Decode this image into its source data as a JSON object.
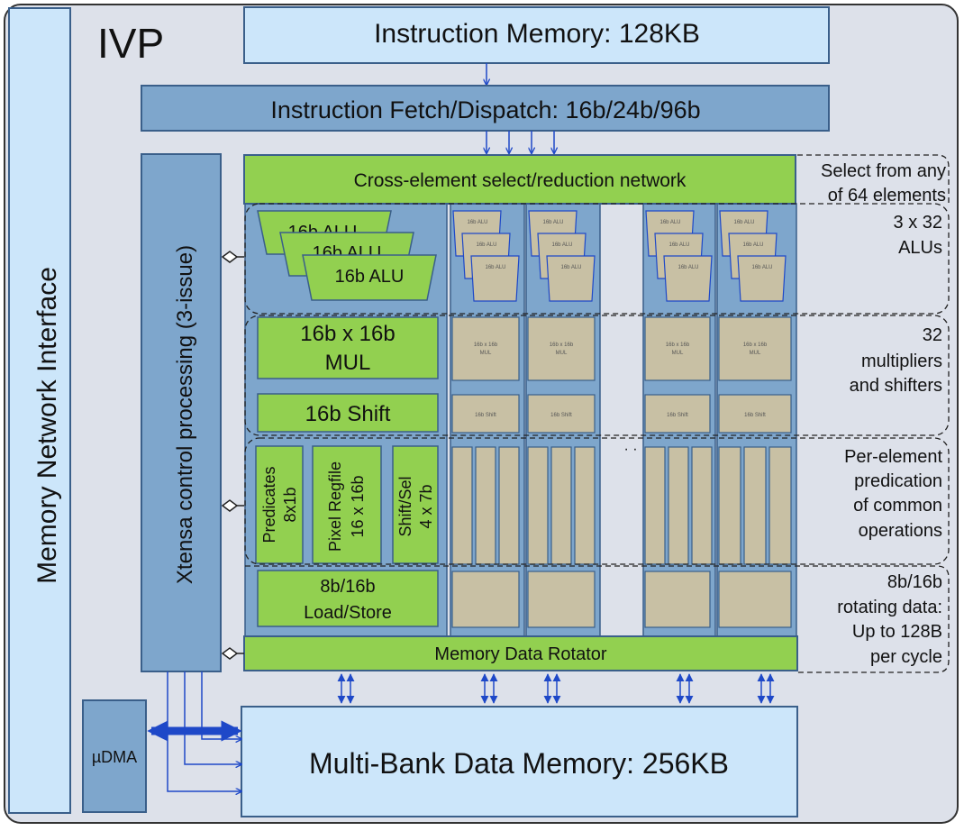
{
  "title": "IVP",
  "memory_interface": "Memory Network Interface",
  "instruction_memory": "Instruction Memory:  128KB",
  "fetch_dispatch": "Instruction Fetch/Dispatch: 16b/24b/96b",
  "xtensa": "Xtensa control processing (3-issue)",
  "cross_element": "Cross-element select/reduction network",
  "alus": [
    "16b ALU",
    "16b ALU",
    "16b ALU"
  ],
  "mul": [
    "16b x 16b",
    "MUL"
  ],
  "shift": "16b Shift",
  "predicates": [
    "Predicates",
    "8x1b"
  ],
  "pixel_regfile": [
    "Pixel Regfile",
    "16 x 16b"
  ],
  "shift_sel": [
    "Shift/Sel",
    "4 x 7b"
  ],
  "load_store": [
    "8b/16b",
    "Load/Store"
  ],
  "mem_rotator": "Memory Data Rotator",
  "data_memory": "Multi-Bank  Data Memory:  256KB",
  "udma": "µDMA",
  "ellipsis": "· ·",
  "mini": {
    "alu": "16b ALU",
    "mul": [
      "16b x 16b",
      "MUL"
    ],
    "shift": "16b Shift"
  },
  "annotations": {
    "select": [
      "Select from any",
      "of 64 elements"
    ],
    "alus": [
      "3 x 32",
      "ALUs"
    ],
    "multipliers": [
      "32",
      "multipliers",
      "and shifters"
    ],
    "predication": [
      "Per-element",
      "predication",
      "of common",
      "operations"
    ],
    "rotating": [
      "8b/16b",
      "rotating data:",
      "Up to 128B",
      "per cycle"
    ]
  },
  "colors": {
    "light_blue": "#cce6fa",
    "mid_blue": "#7ea6cc",
    "green": "#92d050",
    "tan": "#c8c0a4",
    "outline": "#3a5f8a",
    "arrow": "#1e48c8"
  }
}
